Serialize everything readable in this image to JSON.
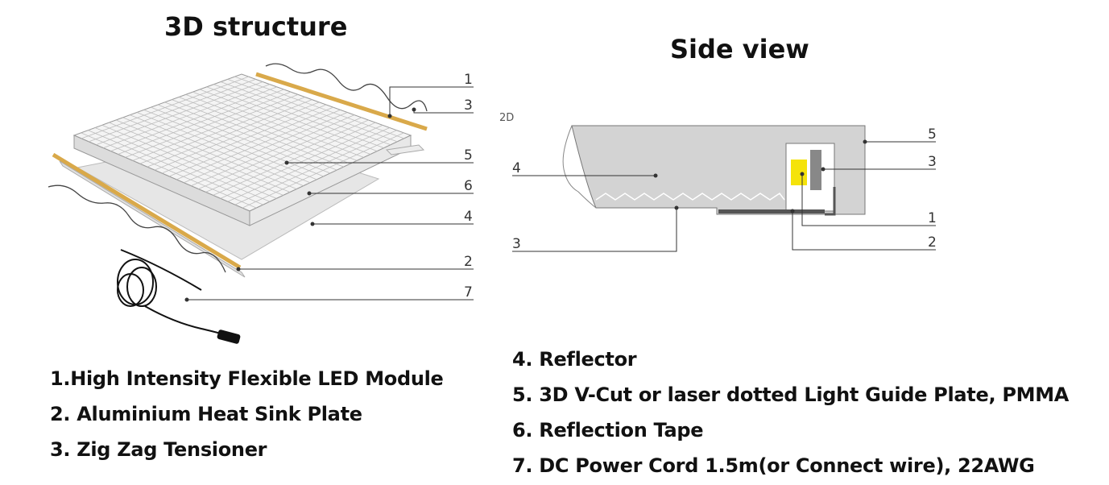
{
  "titles": {
    "structure": "3D structure",
    "side": "Side view"
  },
  "structure_callouts": [
    "1",
    "3",
    "5",
    "6",
    "4",
    "2",
    "7"
  ],
  "side_tag": "2D",
  "side_callouts": [
    "5",
    "3",
    "4",
    "1",
    "2",
    "3"
  ],
  "legend": {
    "left": [
      "1.High Intensity Flexible LED Module",
      "2. Aluminium Heat Sink Plate",
      "3. Zig Zag Tensioner"
    ],
    "right": [
      "4.  Reflector",
      "5. 3D V-Cut or laser dotted Light Guide Plate, PMMA",
      "6. Reflection Tape",
      "7. DC Power Cord 1.5m(or Connect wire),  22AWG"
    ]
  },
  "colors": {
    "led_strip": "#d9a94a",
    "led_chip": "#f5e30a",
    "plate_fill": "#d3d3d3",
    "line": "#333333"
  }
}
